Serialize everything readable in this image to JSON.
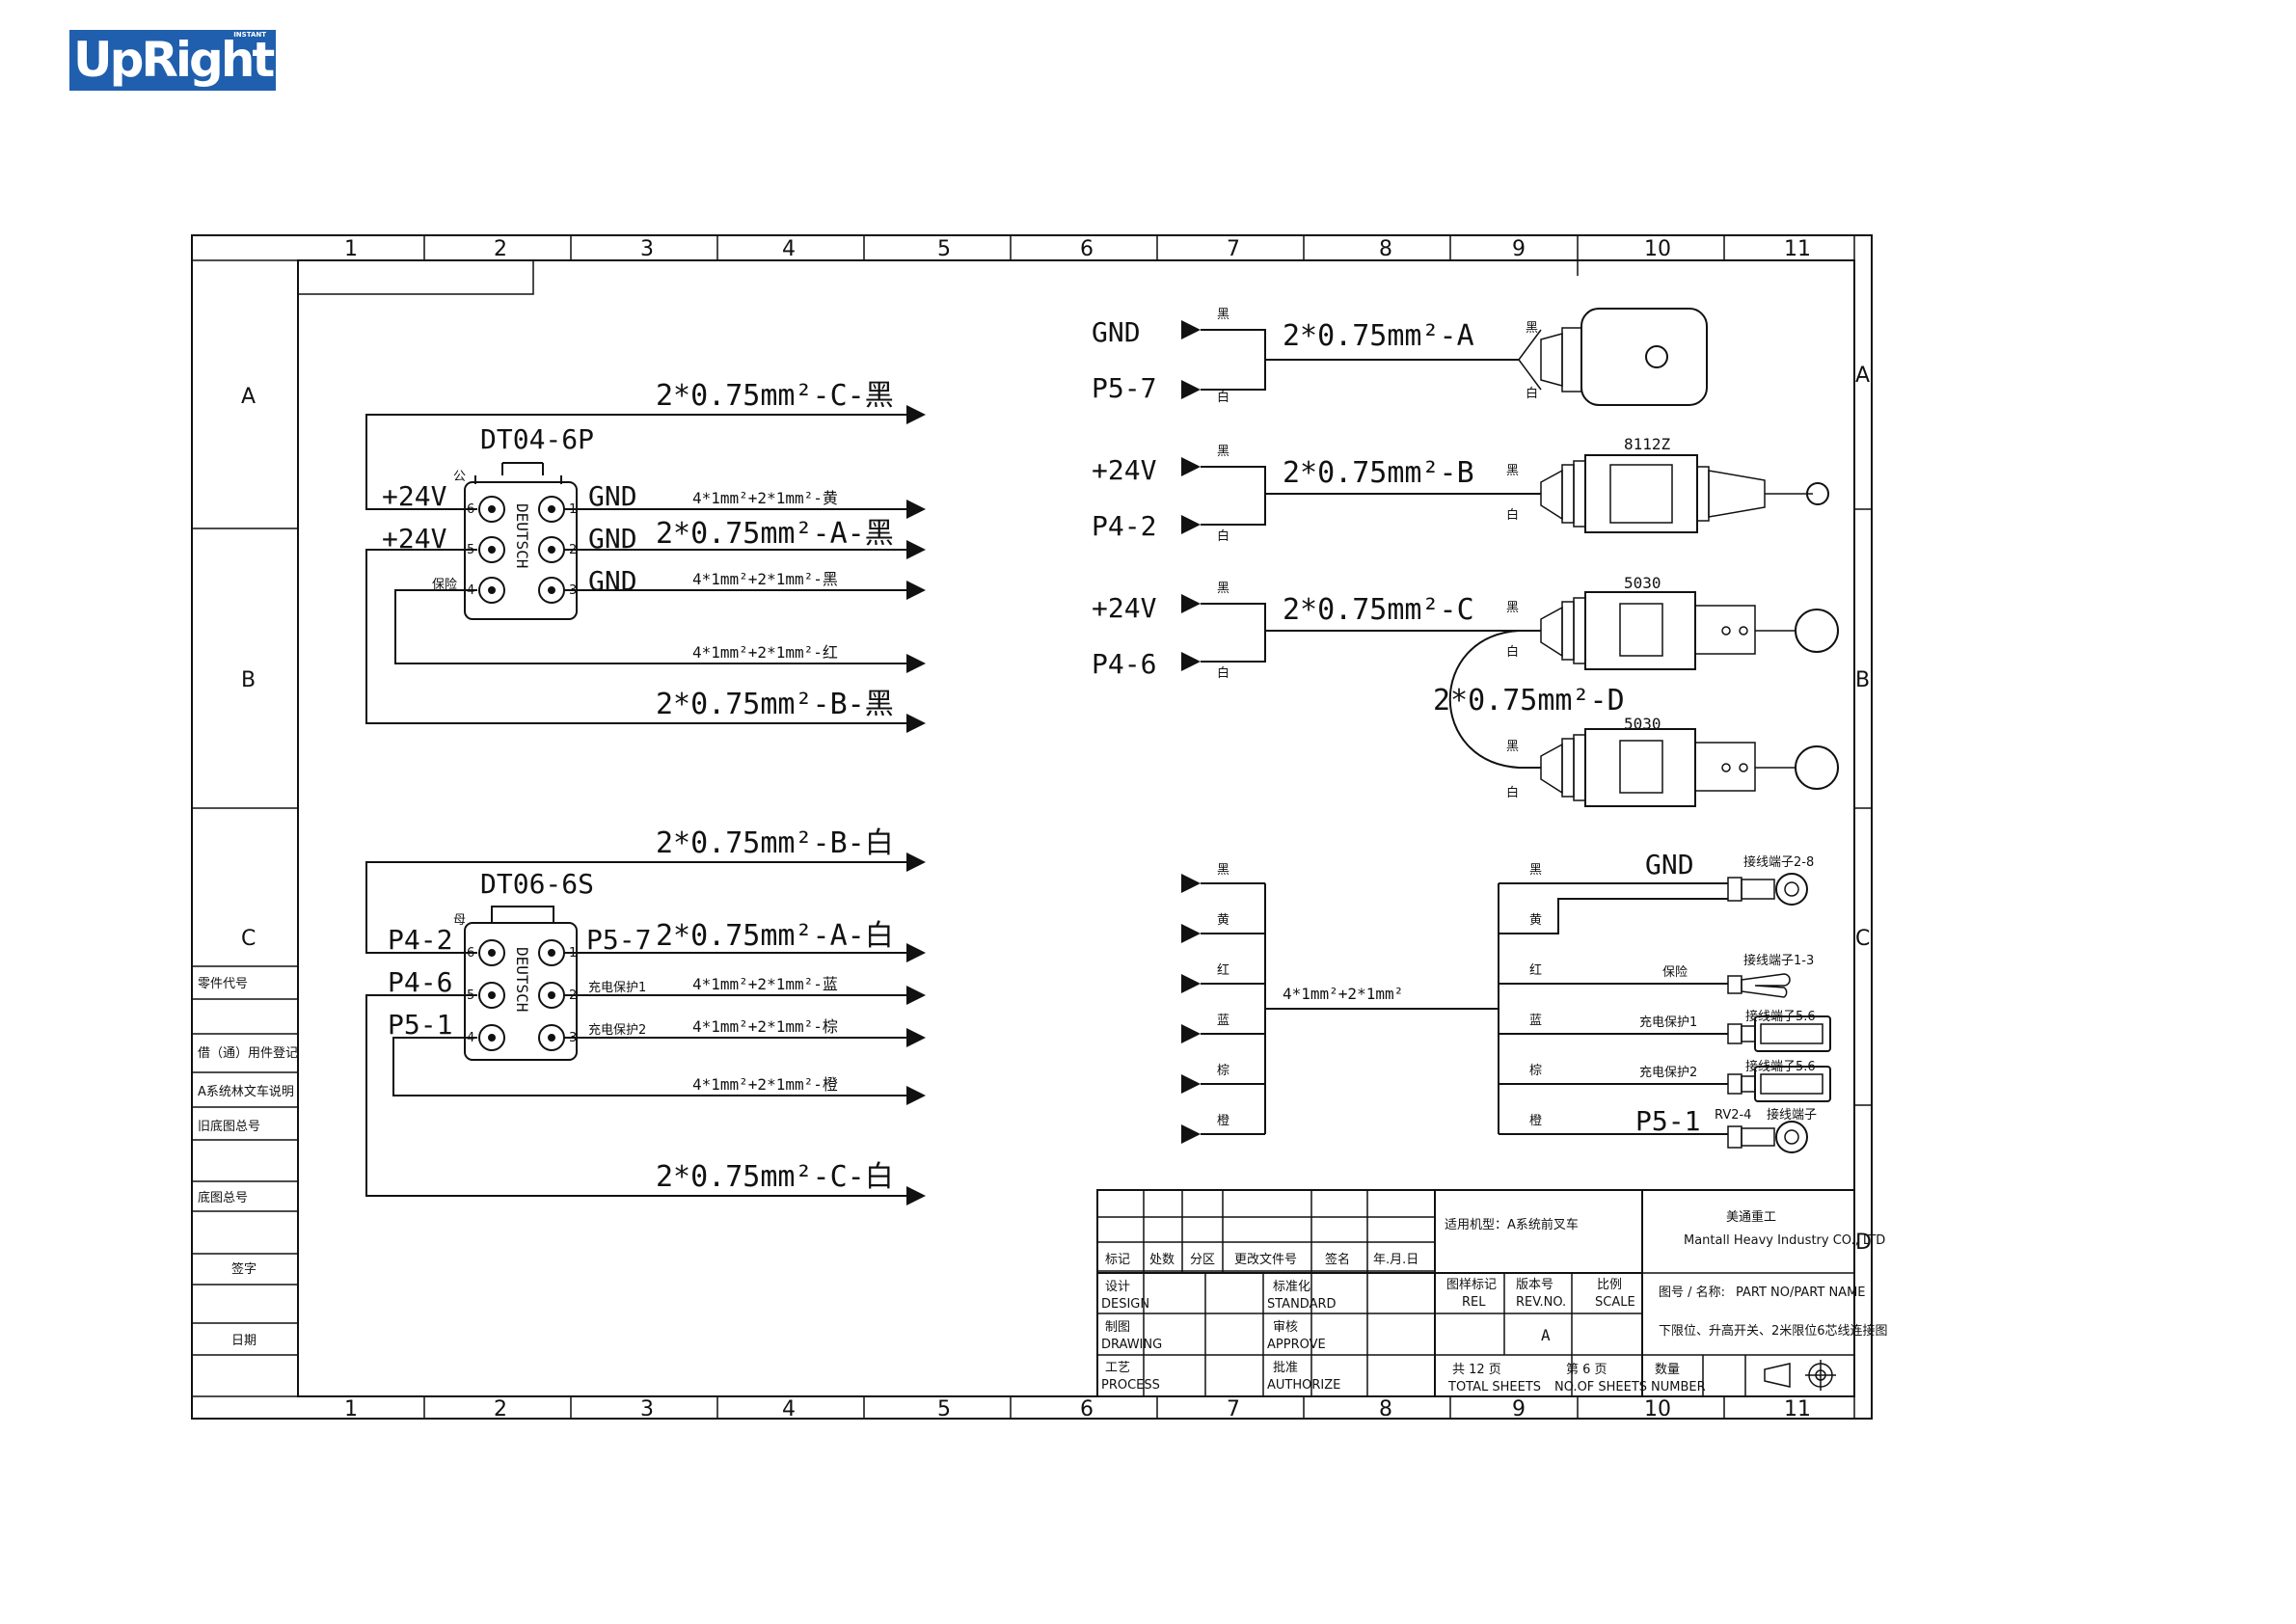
{
  "logo": {
    "brand": "UpRight",
    "tag": "INSTANT"
  },
  "frame": {
    "columns": [
      "1",
      "2",
      "3",
      "4",
      "5",
      "6",
      "7",
      "8",
      "9",
      "10",
      "11"
    ],
    "rows": [
      "A",
      "B",
      "C",
      "D"
    ]
  },
  "side_table": [
    "零件代号",
    "借（通）用件登记",
    "A系统林文车说明",
    "旧底图总号",
    "底图总号",
    "签字",
    "日期"
  ],
  "connector1": {
    "name": "DT04-6P",
    "body": "DEUTSCH",
    "gender": "公",
    "left_pins": [
      "+24V",
      "+24V",
      "保险"
    ],
    "right_pins": [
      "GND",
      "GND",
      "GND"
    ],
    "pin_numbers": [
      "6",
      "5",
      "4",
      "1",
      "2",
      "3"
    ]
  },
  "connector2": {
    "name": "DT06-6S",
    "body": "DEUTSCH",
    "gender": "母",
    "left_pins": [
      "P4-2",
      "P4-6",
      "P5-1"
    ],
    "right_pins": [
      "P5-7",
      "充电保护1",
      "充电保护2"
    ],
    "pin_numbers": [
      "6",
      "5",
      "4",
      "1",
      "2",
      "3"
    ]
  },
  "wires_top": [
    "2*0.75mm²-C-黑",
    "4*1mm²+2*1mm²-黄",
    "2*0.75mm²-A-黑",
    "4*1mm²+2*1mm²-黑",
    "4*1mm²+2*1mm²-红",
    "2*0.75mm²-B-黑"
  ],
  "wires_bottom": [
    "2*0.75mm²-B-白",
    "2*0.75mm²-A-白",
    "4*1mm²+2*1mm²-蓝",
    "4*1mm²+2*1mm²-棕",
    "4*1mm²+2*1mm²-橙",
    "2*0.75mm²-C-白"
  ],
  "switches": [
    {
      "top_signal": "GND",
      "bottom_signal": "P5-7",
      "cable": "2*0.75mm²-A",
      "model": ""
    },
    {
      "top_signal": "+24V",
      "bottom_signal": "P4-2",
      "cable": "2*0.75mm²-B",
      "model": "8112Z"
    },
    {
      "top_signal": "+24V",
      "bottom_signal": "P4-6",
      "cable": "2*0.75mm²-C",
      "model": "5030"
    }
  ],
  "switch4": {
    "cable": "2*0.75mm²-D",
    "model": "5030"
  },
  "color_black": "黑",
  "color_white": "白",
  "harness": {
    "cable": "4*1mm²+2*1mm²",
    "colors": [
      "黑",
      "黄",
      "红",
      "蓝",
      "棕",
      "橙"
    ],
    "out_colors": [
      "黑",
      "黄",
      "红",
      "蓝",
      "棕",
      "橙"
    ],
    "signals": [
      "GND",
      "保险",
      "充电保护1",
      "充电保护2",
      "P5-1"
    ],
    "terminals": [
      "接线端子2-8",
      "接线端子1-3",
      "接线端子5.6",
      "接线端子5.6",
      "RV2-4",
      "接线端子"
    ]
  },
  "title_block": {
    "rev_headers": [
      "标记",
      "处数",
      "分区",
      "更改文件号",
      "签名",
      "年.月.日"
    ],
    "roles_left": [
      "设计",
      "制图",
      "工艺"
    ],
    "roles_left_en": [
      "DESIGN",
      "DRAWING",
      "PROCESS"
    ],
    "roles_mid": [
      "标准化",
      "审核",
      "批准"
    ],
    "roles_mid_en": [
      "STANDARD",
      "APPROVE",
      "AUTHORIZE"
    ],
    "applicable_model": "适用机型：A系统前叉车",
    "company_cn": "美通重工",
    "company_en": "Mantall Heavy Industry CO., LTD",
    "rel_label": "图样标记",
    "rel_en": "REL",
    "rev_label": "版本号",
    "rev_en": "REV.NO.",
    "rev_value": "A",
    "scale_label": "比例",
    "scale_en": "SCALE",
    "part_label": "图号 / 名称:",
    "part_en": "PART NO/PART NAME",
    "part_name": "下限位、升高开关、2米限位6芯线连接图",
    "total_sheets": "共 12 页",
    "total_en": "TOTAL SHEETS",
    "sheet_no": "第 6 页",
    "sheet_en": "NO.OF SHEETS",
    "number_label": "数量",
    "number_en": "NUMBER"
  }
}
